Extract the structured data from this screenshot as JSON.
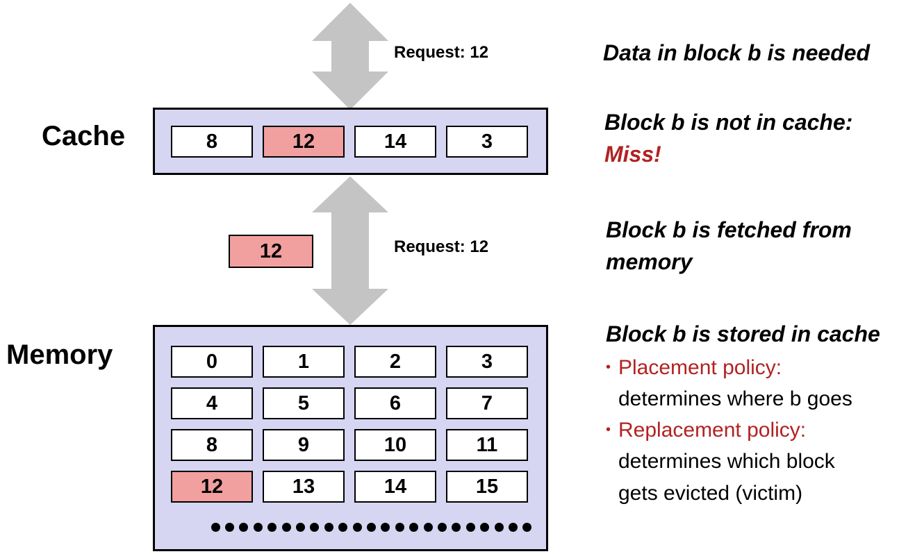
{
  "labels": {
    "cache": "Cache",
    "memory": "Memory"
  },
  "requests": {
    "top": "Request: 12",
    "middle": "Request: 12"
  },
  "cache_blocks": [
    "8",
    "12",
    "14",
    "3"
  ],
  "cache_highlight_index": 1,
  "fetched_block": "12",
  "memory_rows": [
    [
      "0",
      "1",
      "2",
      "3"
    ],
    [
      "4",
      "5",
      "6",
      "7"
    ],
    [
      "8",
      "9",
      "10",
      "11"
    ],
    [
      "12",
      "13",
      "14",
      "15"
    ]
  ],
  "memory_highlight": "12",
  "notes": {
    "needed": "Data in block b is needed",
    "not_in_cache": "Block b is not in cache:",
    "miss": "Miss!",
    "fetched_line1": "Block b is fetched from",
    "fetched_line2": "memory",
    "stored": "Block b is stored in cache",
    "placement_title": "Placement policy:",
    "placement_desc": "determines where b goes",
    "replacement_title": "Replacement policy:",
    "replacement_desc1": "determines which block",
    "replacement_desc2": "gets evicted (victim)"
  },
  "colors": {
    "panel": "#d6d6f3",
    "highlight": "#f19f9f",
    "arrow": "#c4c4c4",
    "accent_red": "#b22222"
  }
}
